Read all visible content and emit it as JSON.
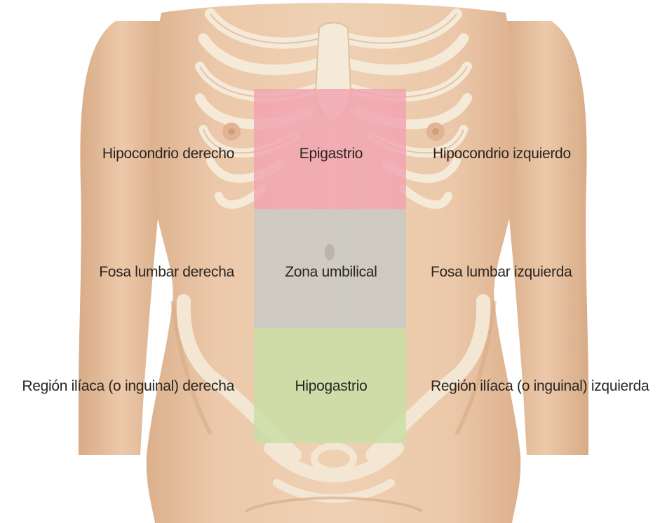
{
  "figure": {
    "regions": {
      "epigastrio": "Epigastrio",
      "umbilical": "Zona umbilical",
      "hipogastrio": "Hipogastrio",
      "hipocondrio_derecho": "Hipocondrio derecho",
      "hipocondrio_izquierdo": "Hipocondrio izquierdo",
      "lumbar_derecha": "Fosa lumbar derecha",
      "lumbar_izquierda": "Fosa lumbar izquierda",
      "iliaca_derecha": "Región ilíaca (o inguinal) derecha",
      "iliaca_izquierda": "Región ilíaca (o inguinal) izquierda"
    },
    "colors": {
      "skin": "#eac7a8",
      "skin_shadow": "#d9ad8a",
      "bone": "#f3e7d3",
      "epigastrio_zone": "#f2a3b1",
      "umbilical_zone": "#c9c9c4",
      "hipogastrio_zone": "#c9dea6"
    }
  }
}
